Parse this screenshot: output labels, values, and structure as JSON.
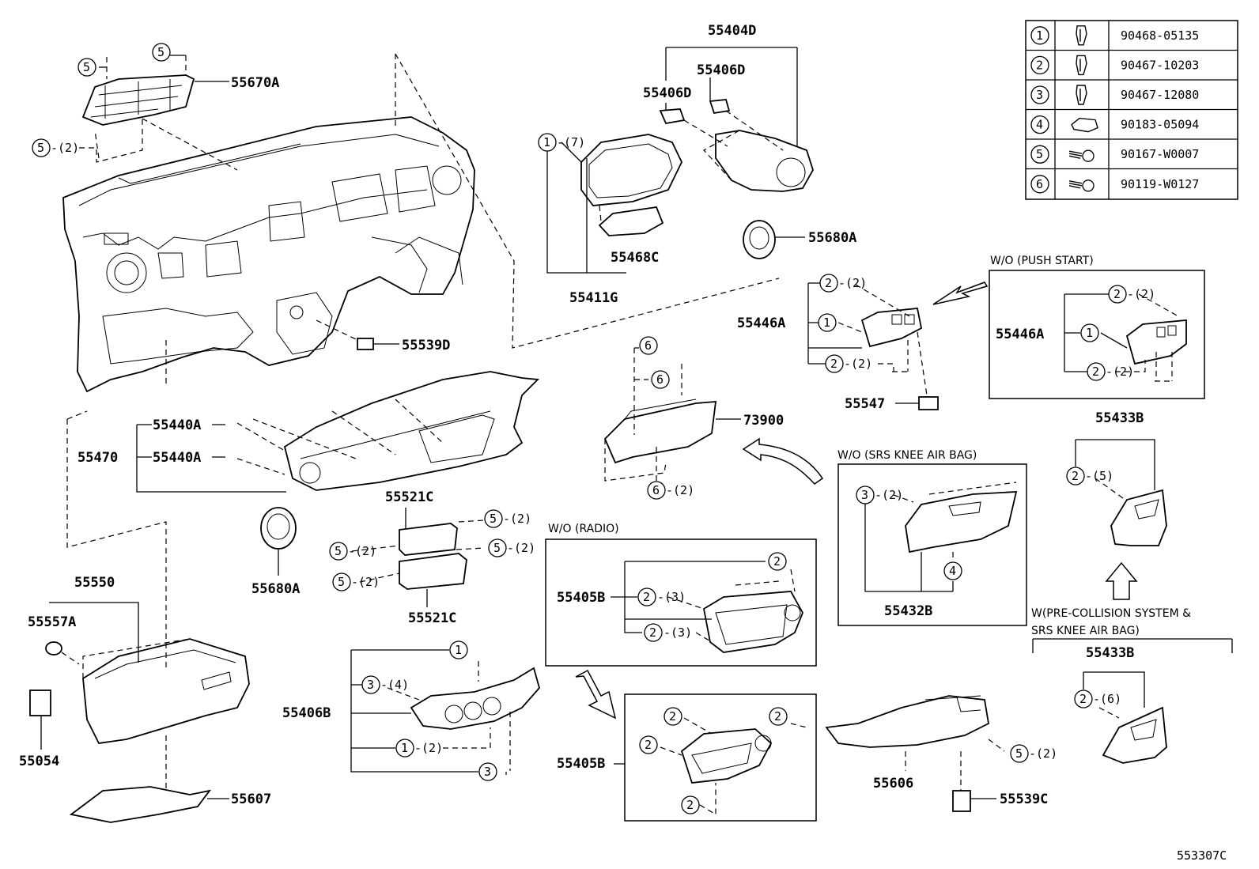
{
  "legend": [
    {
      "index": "1",
      "part": "90468-05135",
      "icon": "clip-icon"
    },
    {
      "index": "2",
      "part": "90467-10203",
      "icon": "clip-icon"
    },
    {
      "index": "3",
      "part": "90467-12080",
      "icon": "clip-icon"
    },
    {
      "index": "4",
      "part": "90183-05094",
      "icon": "nut-icon"
    },
    {
      "index": "5",
      "part": "90167-W0007",
      "icon": "screw-icon"
    },
    {
      "index": "6",
      "part": "90119-W0127",
      "icon": "screw-icon"
    }
  ],
  "labels": {
    "p55404D": "55404D",
    "p55406D_a": "55406D",
    "p55406D_b": "55406D",
    "p55670A": "55670A",
    "p55411G": "55411G",
    "p55468C": "55468C",
    "p55680A_a": "55680A",
    "p55680A_b": "55680A",
    "p55539D": "55539D",
    "p55446A_a": "55446A",
    "p55446A_b": "55446A",
    "p55547": "55547",
    "p73900": "73900",
    "p55440A_a": "55440A",
    "p55440A_b": "55440A",
    "p55470": "55470",
    "p55521C_a": "55521C",
    "p55521C_b": "55521C",
    "p55550": "55550",
    "p55557A": "55557A",
    "p55054": "55054",
    "p55607": "55607",
    "p55406B": "55406B",
    "p55405B_a": "55405B",
    "p55405B_b": "55405B",
    "p55432B": "55432B",
    "p55433B_a": "55433B",
    "p55433B_b": "55433B",
    "p55606": "55606",
    "p55539C": "55539C",
    "diagram_id": "553307C"
  },
  "captions": {
    "push_start": "W/O (PUSH  START)",
    "knee_airbag": "W/O (SRS  KNEE  AIR BAG)",
    "radio": "W/O (RADIO)",
    "pre_collision_1": "W(PRE-COLLISION SYSTEM &",
    "pre_collision_2": "SRS KNEE AIR BAG)"
  },
  "callouts": {
    "c5_a": "5",
    "c5_b": "5",
    "c5_c": "5",
    "q5_c": "-(2)",
    "c1_7": "1",
    "q1_7": "-(7)",
    "c2_pa": "2",
    "q2_pa": "-(2)",
    "c1_pa": "1",
    "c2_pb": "2",
    "q2_pb": "-(2)",
    "c2_ps1": "2",
    "q2_ps1": "-(2)",
    "c1_ps": "1",
    "c2_ps2": "2",
    "q2_ps2": "-(2)",
    "c6_a": "6",
    "c6_b": "6",
    "c6_c": "6",
    "q6_c": "-(2)",
    "c5_d": "5",
    "q5_d": "-(2)",
    "c5_e": "5",
    "q5_e": "-(2)",
    "c5_f": "5",
    "q5_f": "-(2)",
    "c5_g": "5",
    "q5_g": "-(2)",
    "c3_kb": "3",
    "q3_kb": "-(2)",
    "c4_kb": "4",
    "c2_r1": "2",
    "c2_r2": "2",
    "q2_r2": "-(3)",
    "c2_r3": "2",
    "q2_r3": "-(3)",
    "c1_b": "1",
    "c3_b": "3",
    "q3_b": "-(4)",
    "c1_c": "1",
    "q1_c": "-(2)",
    "c3_c": "3",
    "c2_s1": "2",
    "c2_s2": "2",
    "c2_s3": "2",
    "c2_s4": "2",
    "c5_h": "5",
    "q5_h": "-(2)",
    "c2_433a": "2",
    "q2_433a": "-(5)",
    "c2_433b": "2",
    "q2_433b": "-(6)"
  }
}
